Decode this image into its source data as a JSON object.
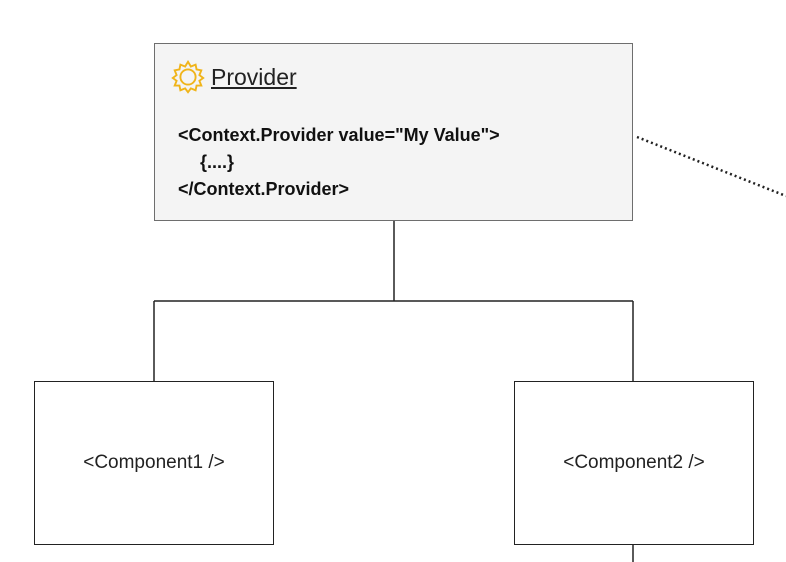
{
  "provider": {
    "icon": "gear-icon",
    "icon_color": "#f0b41a",
    "title": "Provider",
    "code_lines": [
      "<Context.Provider value=\"My Value\">",
      "{....}",
      "</Context.Provider>"
    ],
    "fill_color": "#f4f4f4",
    "border_color": "#6e6e6e"
  },
  "components": [
    {
      "label": "<Component1 />"
    },
    {
      "label": "<Component2 />"
    }
  ],
  "connector_color": "#222222"
}
